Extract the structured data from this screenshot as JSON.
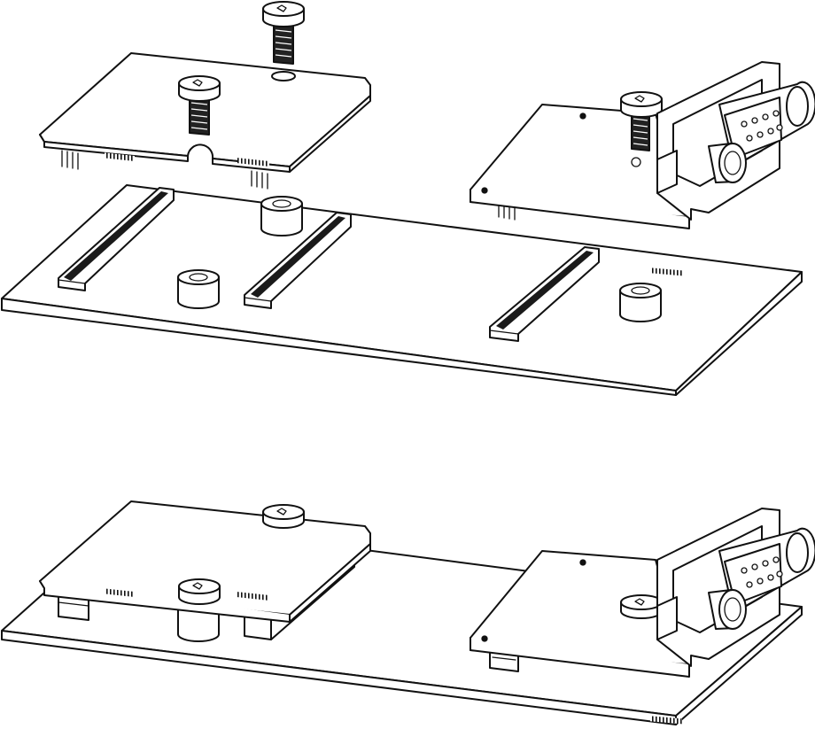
{
  "figure": {
    "panels": [
      {
        "state": "exploded",
        "screws": 3,
        "spacers": 3,
        "connectors": 3,
        "modules": 2
      },
      {
        "state": "assembled",
        "screws": 3,
        "spacers": 3,
        "connectors": 3,
        "modules": 2
      }
    ],
    "colors": {
      "line": "#111111",
      "fill": "#ffffff",
      "slot": "#1a1a1a",
      "screw": "#222222"
    }
  }
}
